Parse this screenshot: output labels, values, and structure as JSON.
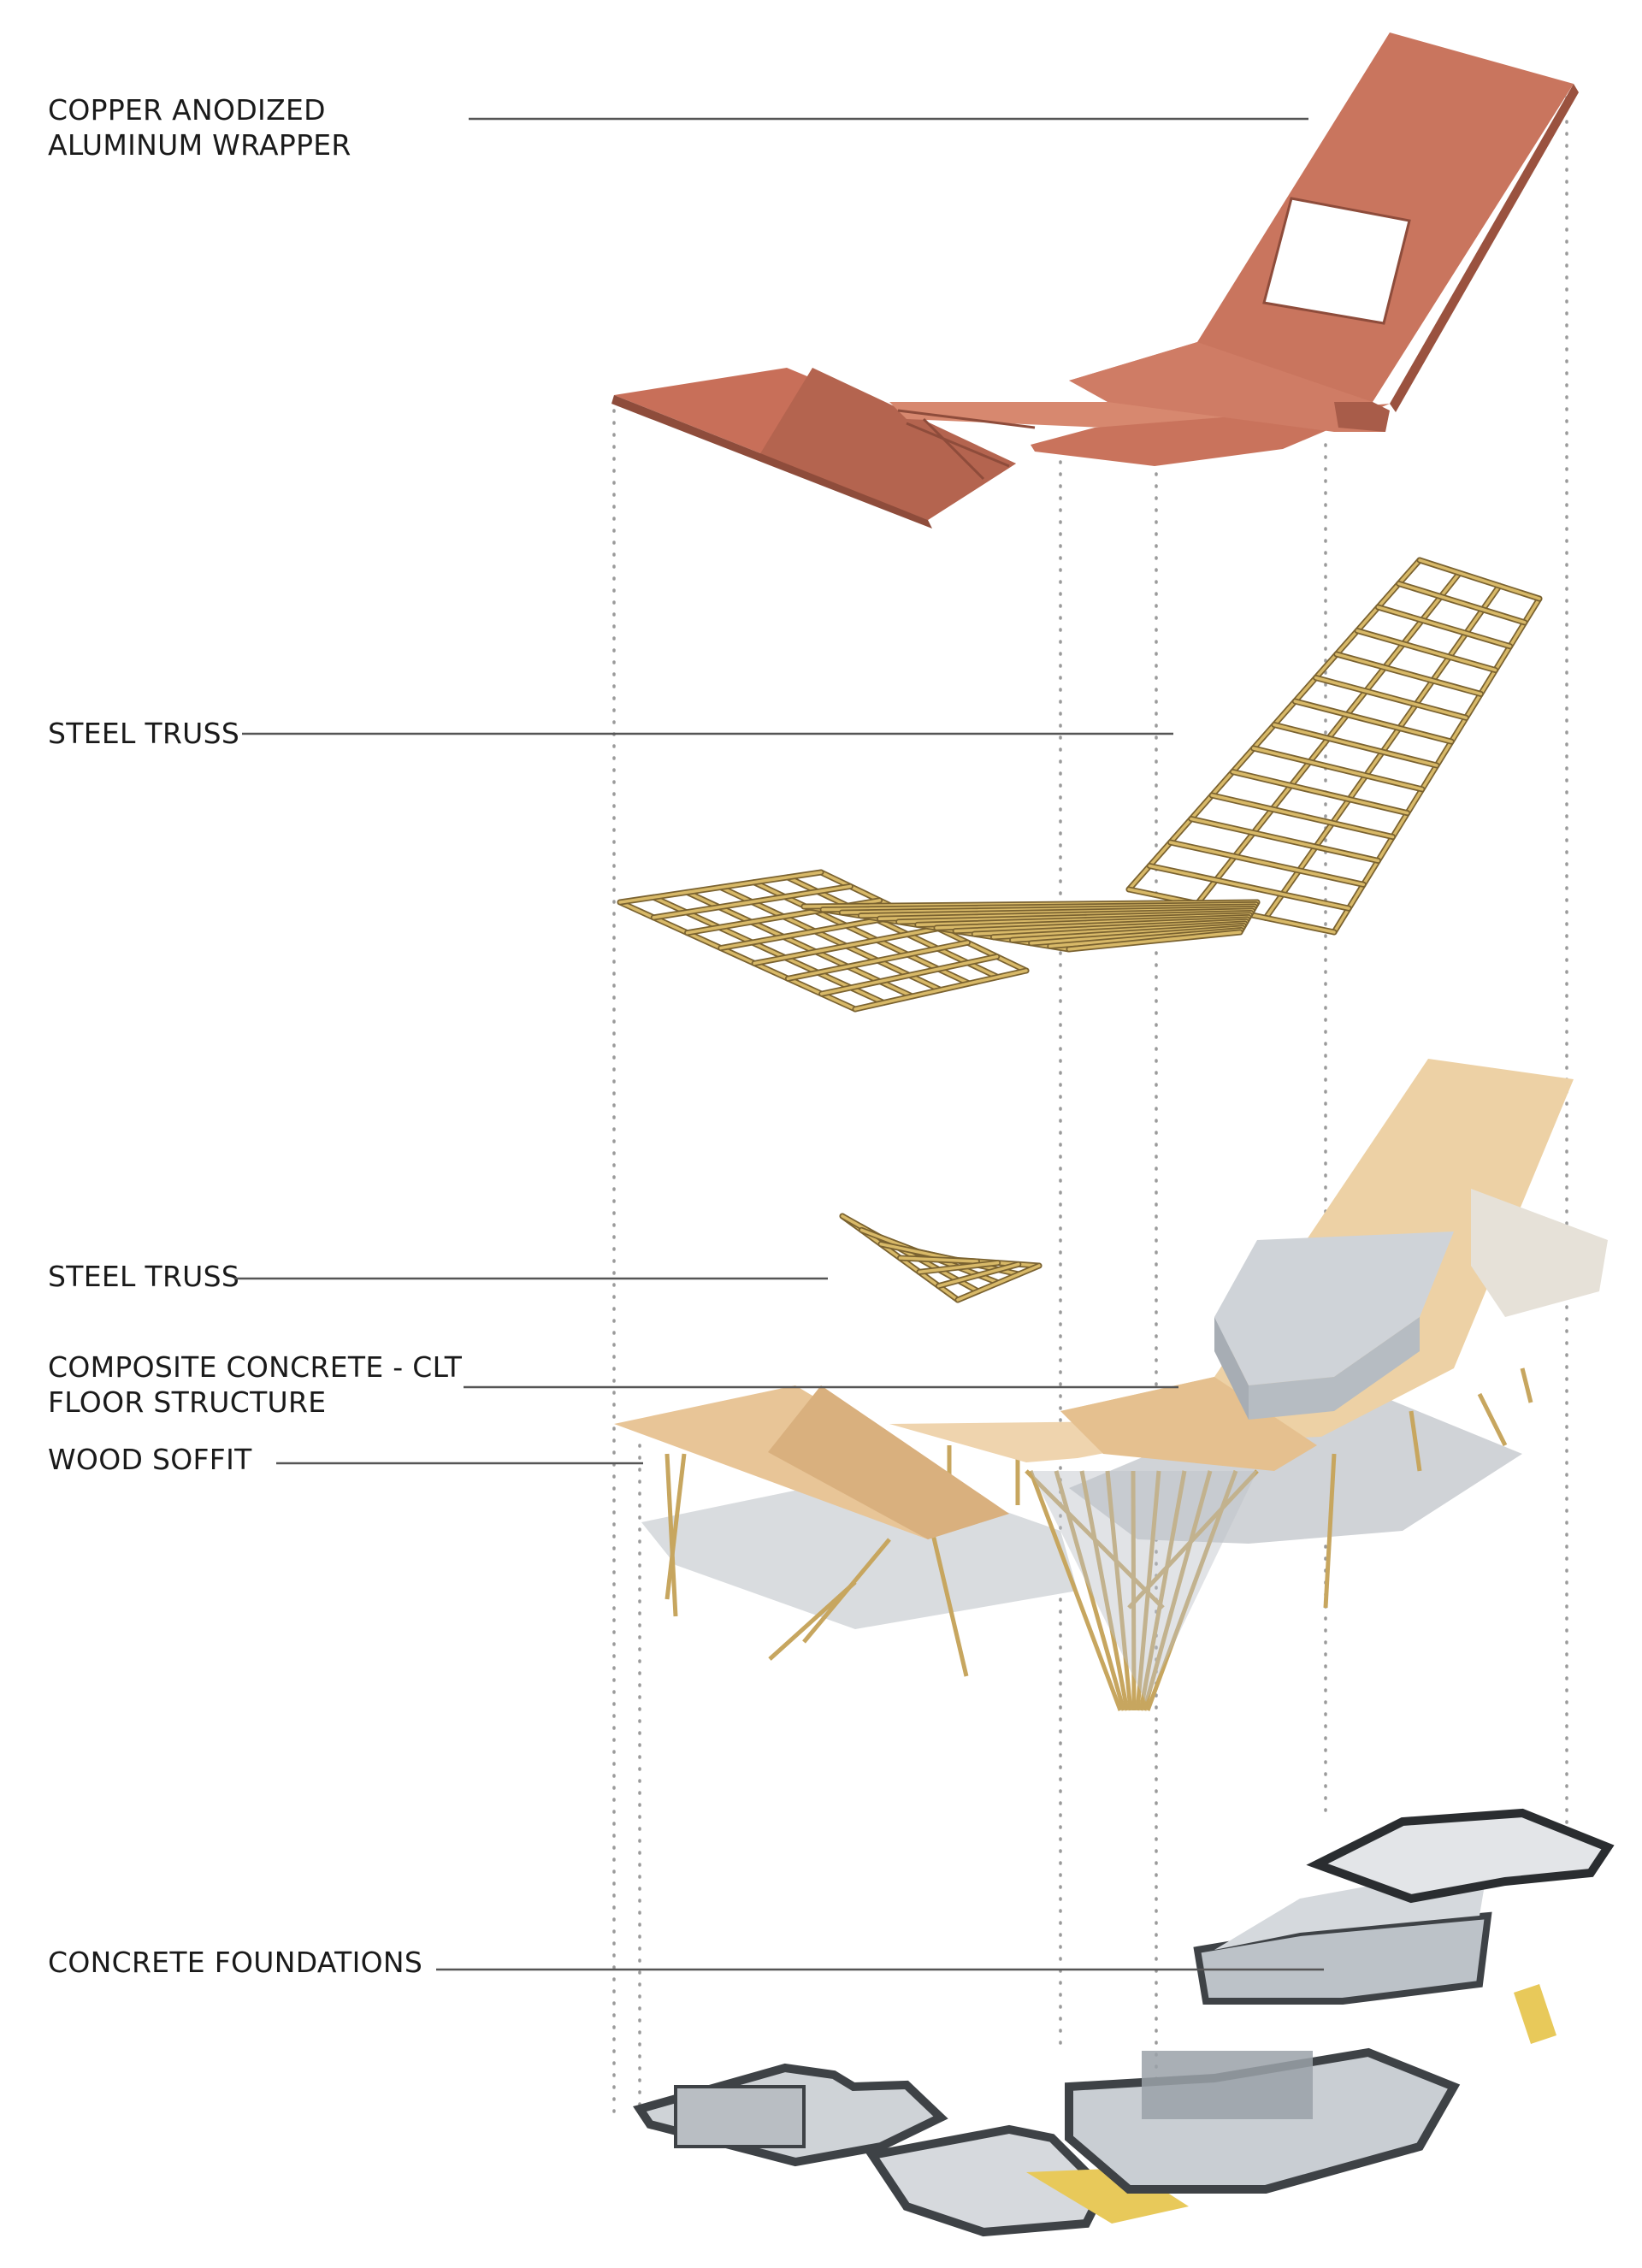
{
  "diagram": {
    "labels": [
      {
        "id": "wrapper",
        "lines": [
          "COPPER ANODIZED",
          "ALUMINUM WRAPPER"
        ]
      },
      {
        "id": "truss-upper",
        "lines": [
          "STEEL TRUSS"
        ]
      },
      {
        "id": "truss-lower",
        "lines": [
          "STEEL TRUSS"
        ]
      },
      {
        "id": "floor",
        "lines": [
          "COMPOSITE CONCRETE - CLT",
          "FLOOR STRUCTURE"
        ]
      },
      {
        "id": "soffit",
        "lines": [
          "WOOD SOFFIT"
        ]
      },
      {
        "id": "foundations",
        "lines": [
          "CONCRETE FOUNDATIONS"
        ]
      }
    ],
    "colors": {
      "copper": "#cc7a63",
      "copper_dark": "#a9604c",
      "copper_light": "#d98f78",
      "wood": "#eccca0",
      "wood_dark": "#d5ac78",
      "truss": "#c9a85a",
      "truss_dark": "#7a6230",
      "concrete": "#c9cdd2",
      "concrete_dark": "#3e4246",
      "leader": "#555555",
      "dots": "#9a9a9a",
      "accent_yellow": "#e8c95a"
    }
  }
}
